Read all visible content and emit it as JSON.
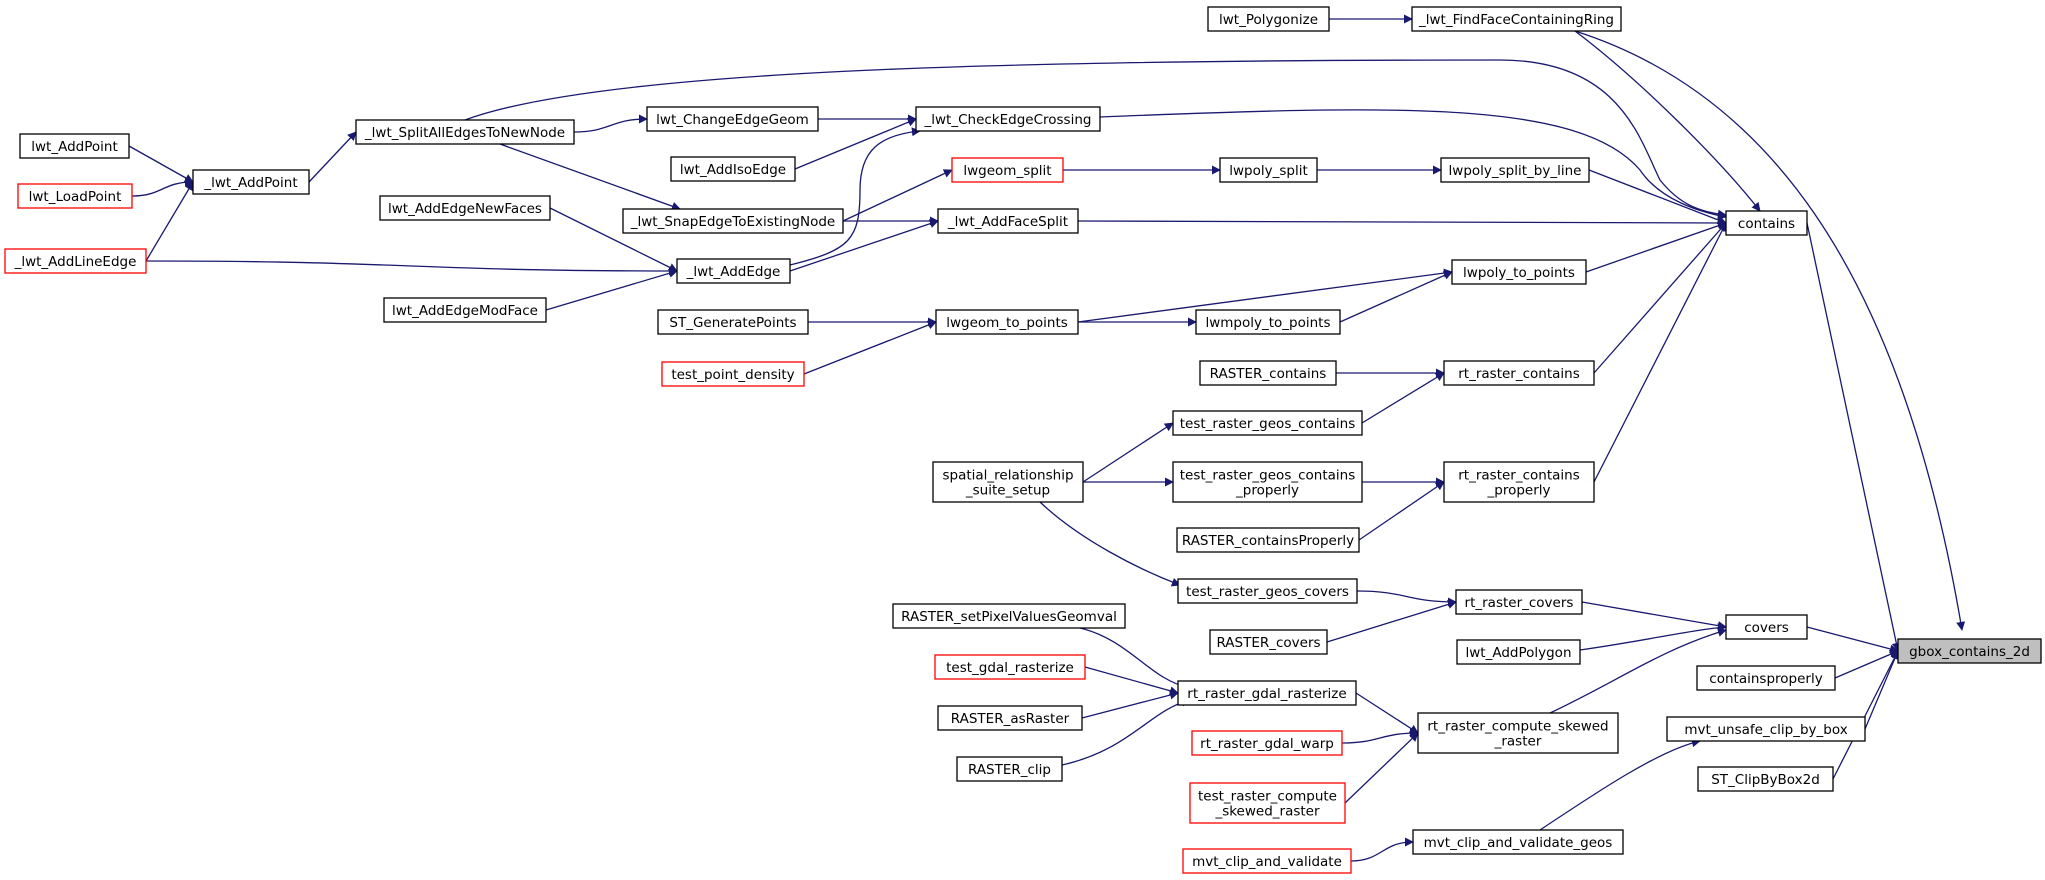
{
  "graph": {
    "edge_color": "#191970",
    "node_fill": "#ffffff",
    "node_border": "#000000",
    "unresolved_border": "#ff0000",
    "focus_fill": "#bfbfbf",
    "arrow_direction": "caller-to-callee"
  },
  "nodes": [
    {
      "id": "gbox_contains_2d",
      "lines": [
        "gbox_contains_2d"
      ],
      "style": "focus"
    },
    {
      "id": "contains",
      "lines": [
        "contains"
      ],
      "style": "normal"
    },
    {
      "id": "covers",
      "lines": [
        "covers"
      ],
      "style": "normal"
    },
    {
      "id": "containsproperly",
      "lines": [
        "containsproperly"
      ],
      "style": "normal"
    },
    {
      "id": "mvt_unsafe_clip_by_box",
      "lines": [
        "mvt_unsafe_clip_by_box"
      ],
      "style": "normal"
    },
    {
      "id": "ST_ClipByBox2d",
      "lines": [
        "ST_ClipByBox2d"
      ],
      "style": "normal"
    },
    {
      "id": "lwt_Polygonize",
      "lines": [
        "lwt_Polygonize"
      ],
      "style": "normal"
    },
    {
      "id": "_lwt_FindFaceContainingRing",
      "lines": [
        "_lwt_FindFaceContainingRing"
      ],
      "style": "normal"
    },
    {
      "id": "lwt_AddPoint",
      "lines": [
        "lwt_AddPoint"
      ],
      "style": "normal"
    },
    {
      "id": "_lwt_AddPoint",
      "lines": [
        "_lwt_AddPoint"
      ],
      "style": "normal"
    },
    {
      "id": "lwt_LoadPoint",
      "lines": [
        "lwt_LoadPoint"
      ],
      "style": "red"
    },
    {
      "id": "_lwt_AddLineEdge",
      "lines": [
        "_lwt_AddLineEdge"
      ],
      "style": "red"
    },
    {
      "id": "_lwt_SplitAllEdgesToNewNode",
      "lines": [
        "_lwt_SplitAllEdgesToNewNode"
      ],
      "style": "normal"
    },
    {
      "id": "lwt_ChangeEdgeGeom",
      "lines": [
        "lwt_ChangeEdgeGeom"
      ],
      "style": "normal"
    },
    {
      "id": "_lwt_CheckEdgeCrossing",
      "lines": [
        "_lwt_CheckEdgeCrossing"
      ],
      "style": "normal"
    },
    {
      "id": "lwt_AddIsoEdge",
      "lines": [
        "lwt_AddIsoEdge"
      ],
      "style": "normal"
    },
    {
      "id": "lwgeom_split",
      "lines": [
        "lwgeom_split"
      ],
      "style": "red"
    },
    {
      "id": "lwpoly_split",
      "lines": [
        "lwpoly_split"
      ],
      "style": "normal"
    },
    {
      "id": "lwpoly_split_by_line",
      "lines": [
        "lwpoly_split_by_line"
      ],
      "style": "normal"
    },
    {
      "id": "lwt_AddEdgeNewFaces",
      "lines": [
        "lwt_AddEdgeNewFaces"
      ],
      "style": "normal"
    },
    {
      "id": "_lwt_SnapEdgeToExistingNode",
      "lines": [
        "_lwt_SnapEdgeToExistingNode"
      ],
      "style": "normal"
    },
    {
      "id": "_lwt_AddFaceSplit",
      "lines": [
        "_lwt_AddFaceSplit"
      ],
      "style": "normal"
    },
    {
      "id": "_lwt_AddEdge",
      "lines": [
        "_lwt_AddEdge"
      ],
      "style": "normal"
    },
    {
      "id": "lwt_AddEdgeModFace",
      "lines": [
        "lwt_AddEdgeModFace"
      ],
      "style": "normal"
    },
    {
      "id": "lwpoly_to_points",
      "lines": [
        "lwpoly_to_points"
      ],
      "style": "normal"
    },
    {
      "id": "ST_GeneratePoints",
      "lines": [
        "ST_GeneratePoints"
      ],
      "style": "normal"
    },
    {
      "id": "lwgeom_to_points",
      "lines": [
        "lwgeom_to_points"
      ],
      "style": "normal"
    },
    {
      "id": "lwmpoly_to_points",
      "lines": [
        "lwmpoly_to_points"
      ],
      "style": "normal"
    },
    {
      "id": "test_point_density",
      "lines": [
        "test_point_density"
      ],
      "style": "red"
    },
    {
      "id": "RASTER_contains",
      "lines": [
        "RASTER_contains"
      ],
      "style": "normal"
    },
    {
      "id": "rt_raster_contains",
      "lines": [
        "rt_raster_contains"
      ],
      "style": "normal"
    },
    {
      "id": "test_raster_geos_contains",
      "lines": [
        "test_raster_geos_contains"
      ],
      "style": "normal"
    },
    {
      "id": "spatial_relationship_suite_setup",
      "lines": [
        "spatial_relationship",
        "_suite_setup"
      ],
      "style": "normal"
    },
    {
      "id": "test_raster_geos_contains_properly",
      "lines": [
        "test_raster_geos_contains",
        "_properly"
      ],
      "style": "normal"
    },
    {
      "id": "rt_raster_contains_properly",
      "lines": [
        "rt_raster_contains",
        "_properly"
      ],
      "style": "normal"
    },
    {
      "id": "RASTER_containsProperly",
      "lines": [
        "RASTER_containsProperly"
      ],
      "style": "normal"
    },
    {
      "id": "test_raster_geos_covers",
      "lines": [
        "test_raster_geos_covers"
      ],
      "style": "normal"
    },
    {
      "id": "rt_raster_covers",
      "lines": [
        "rt_raster_covers"
      ],
      "style": "normal"
    },
    {
      "id": "RASTER_setPixelValuesGeomval",
      "lines": [
        "RASTER_setPixelValuesGeomval"
      ],
      "style": "normal"
    },
    {
      "id": "RASTER_covers",
      "lines": [
        "RASTER_covers"
      ],
      "style": "normal"
    },
    {
      "id": "lwt_AddPolygon",
      "lines": [
        "lwt_AddPolygon"
      ],
      "style": "normal"
    },
    {
      "id": "test_gdal_rasterize",
      "lines": [
        "test_gdal_rasterize"
      ],
      "style": "red"
    },
    {
      "id": "rt_raster_gdal_rasterize",
      "lines": [
        "rt_raster_gdal_rasterize"
      ],
      "style": "normal"
    },
    {
      "id": "RASTER_asRaster",
      "lines": [
        "RASTER_asRaster"
      ],
      "style": "normal"
    },
    {
      "id": "rt_raster_compute_skewed_raster",
      "lines": [
        "rt_raster_compute_skewed",
        "_raster"
      ],
      "style": "normal"
    },
    {
      "id": "RASTER_clip",
      "lines": [
        "RASTER_clip"
      ],
      "style": "normal"
    },
    {
      "id": "rt_raster_gdal_warp",
      "lines": [
        "rt_raster_gdal_warp"
      ],
      "style": "red"
    },
    {
      "id": "test_raster_compute_skewed_raster",
      "lines": [
        "test_raster_compute",
        "_skewed_raster"
      ],
      "style": "red"
    },
    {
      "id": "mvt_clip_and_validate_geos",
      "lines": [
        "mvt_clip_and_validate_geos"
      ],
      "style": "normal"
    },
    {
      "id": "mvt_clip_and_validate",
      "lines": [
        "mvt_clip_and_validate"
      ],
      "style": "red"
    }
  ],
  "edges": [
    {
      "from": "contains",
      "to": "gbox_contains_2d"
    },
    {
      "from": "covers",
      "to": "gbox_contains_2d"
    },
    {
      "from": "containsproperly",
      "to": "gbox_contains_2d"
    },
    {
      "from": "mvt_unsafe_clip_by_box",
      "to": "gbox_contains_2d"
    },
    {
      "from": "ST_ClipByBox2d",
      "to": "gbox_contains_2d"
    },
    {
      "from": "_lwt_FindFaceContainingRing",
      "to": "gbox_contains_2d"
    },
    {
      "from": "lwt_Polygonize",
      "to": "_lwt_FindFaceContainingRing"
    },
    {
      "from": "_lwt_FindFaceContainingRing",
      "to": "contains"
    },
    {
      "from": "_lwt_SplitAllEdgesToNewNode",
      "to": "contains"
    },
    {
      "from": "_lwt_CheckEdgeCrossing",
      "to": "contains"
    },
    {
      "from": "lwpoly_split_by_line",
      "to": "contains"
    },
    {
      "from": "_lwt_AddFaceSplit",
      "to": "contains"
    },
    {
      "from": "lwpoly_to_points",
      "to": "contains"
    },
    {
      "from": "rt_raster_contains",
      "to": "contains"
    },
    {
      "from": "rt_raster_contains_properly",
      "to": "contains"
    },
    {
      "from": "lwt_AddPoint",
      "to": "_lwt_AddPoint"
    },
    {
      "from": "lwt_LoadPoint",
      "to": "_lwt_AddPoint"
    },
    {
      "from": "_lwt_AddLineEdge",
      "to": "_lwt_AddPoint"
    },
    {
      "from": "_lwt_AddPoint",
      "to": "_lwt_SplitAllEdgesToNewNode"
    },
    {
      "from": "_lwt_SplitAllEdgesToNewNode",
      "to": "lwt_ChangeEdgeGeom"
    },
    {
      "from": "lwt_ChangeEdgeGeom",
      "to": "_lwt_CheckEdgeCrossing"
    },
    {
      "from": "lwt_AddIsoEdge",
      "to": "_lwt_CheckEdgeCrossing"
    },
    {
      "from": "_lwt_AddEdge",
      "to": "_lwt_CheckEdgeCrossing"
    },
    {
      "from": "_lwt_SplitAllEdgesToNewNode",
      "to": "_lwt_SnapEdgeToExistingNode"
    },
    {
      "from": "_lwt_SnapEdgeToExistingNode",
      "to": "lwgeom_split"
    },
    {
      "from": "lwgeom_split",
      "to": "lwpoly_split"
    },
    {
      "from": "lwpoly_split",
      "to": "lwpoly_split_by_line"
    },
    {
      "from": "_lwt_SnapEdgeToExistingNode",
      "to": "_lwt_AddFaceSplit"
    },
    {
      "from": "_lwt_AddEdge",
      "to": "_lwt_AddFaceSplit"
    },
    {
      "from": "lwt_AddEdgeNewFaces",
      "to": "_lwt_AddEdge"
    },
    {
      "from": "_lwt_AddLineEdge",
      "to": "_lwt_AddEdge"
    },
    {
      "from": "lwt_AddEdgeModFace",
      "to": "_lwt_AddEdge"
    },
    {
      "from": "ST_GeneratePoints",
      "to": "lwgeom_to_points"
    },
    {
      "from": "test_point_density",
      "to": "lwgeom_to_points"
    },
    {
      "from": "lwgeom_to_points",
      "to": "lwpoly_to_points"
    },
    {
      "from": "lwgeom_to_points",
      "to": "lwmpoly_to_points"
    },
    {
      "from": "lwmpoly_to_points",
      "to": "lwpoly_to_points"
    },
    {
      "from": "RASTER_contains",
      "to": "rt_raster_contains"
    },
    {
      "from": "test_raster_geos_contains",
      "to": "rt_raster_contains"
    },
    {
      "from": "spatial_relationship_suite_setup",
      "to": "test_raster_geos_contains"
    },
    {
      "from": "spatial_relationship_suite_setup",
      "to": "test_raster_geos_contains_properly"
    },
    {
      "from": "spatial_relationship_suite_setup",
      "to": "test_raster_geos_covers"
    },
    {
      "from": "test_raster_geos_contains_properly",
      "to": "rt_raster_contains_properly"
    },
    {
      "from": "RASTER_containsProperly",
      "to": "rt_raster_contains_properly"
    },
    {
      "from": "test_raster_geos_covers",
      "to": "rt_raster_covers"
    },
    {
      "from": "RASTER_covers",
      "to": "rt_raster_covers"
    },
    {
      "from": "rt_raster_covers",
      "to": "covers"
    },
    {
      "from": "lwt_AddPolygon",
      "to": "covers"
    },
    {
      "from": "rt_raster_compute_skewed_raster",
      "to": "covers"
    },
    {
      "from": "RASTER_setPixelValuesGeomval",
      "to": "rt_raster_gdal_rasterize"
    },
    {
      "from": "test_gdal_rasterize",
      "to": "rt_raster_gdal_rasterize"
    },
    {
      "from": "RASTER_asRaster",
      "to": "rt_raster_gdal_rasterize"
    },
    {
      "from": "RASTER_clip",
      "to": "rt_raster_gdal_rasterize"
    },
    {
      "from": "rt_raster_gdal_rasterize",
      "to": "rt_raster_compute_skewed_raster"
    },
    {
      "from": "rt_raster_gdal_warp",
      "to": "rt_raster_compute_skewed_raster"
    },
    {
      "from": "test_raster_compute_skewed_raster",
      "to": "rt_raster_compute_skewed_raster"
    },
    {
      "from": "mvt_clip_and_validate",
      "to": "mvt_clip_and_validate_geos"
    },
    {
      "from": "mvt_clip_and_validate_geos",
      "to": "mvt_unsafe_clip_by_box"
    }
  ]
}
